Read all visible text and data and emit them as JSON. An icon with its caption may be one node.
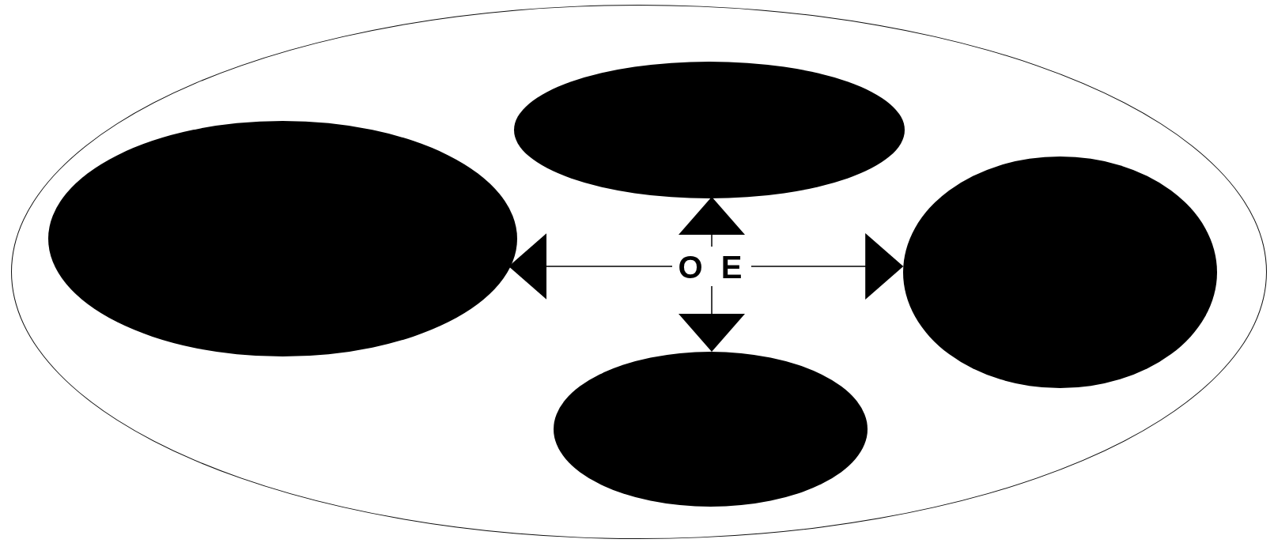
{
  "diagram": {
    "nodes": [
      {
        "text": [],
        "shape": "ellipse"
      },
      {
        "text": [],
        "shape": "ellipse",
        "in": 0
      },
      {
        "text": [],
        "shape": "ellipse",
        "in": 0
      },
      {
        "text": [
          "O E"
        ],
        "in": 0
      },
      {
        "text": [],
        "shape": "ellipse",
        "in": 0
      },
      {
        "text": [],
        "shape": "ellipse",
        "in": 0
      }
    ],
    "edges": [
      {
        "from": 3,
        "to": 1,
        "arrow": "to"
      },
      {
        "from": 3,
        "to": 2,
        "arrow": "to"
      },
      {
        "from": 3,
        "to": 4,
        "arrow": "to"
      },
      {
        "from": 3,
        "to": 5,
        "arrow": "to"
      }
    ]
  }
}
